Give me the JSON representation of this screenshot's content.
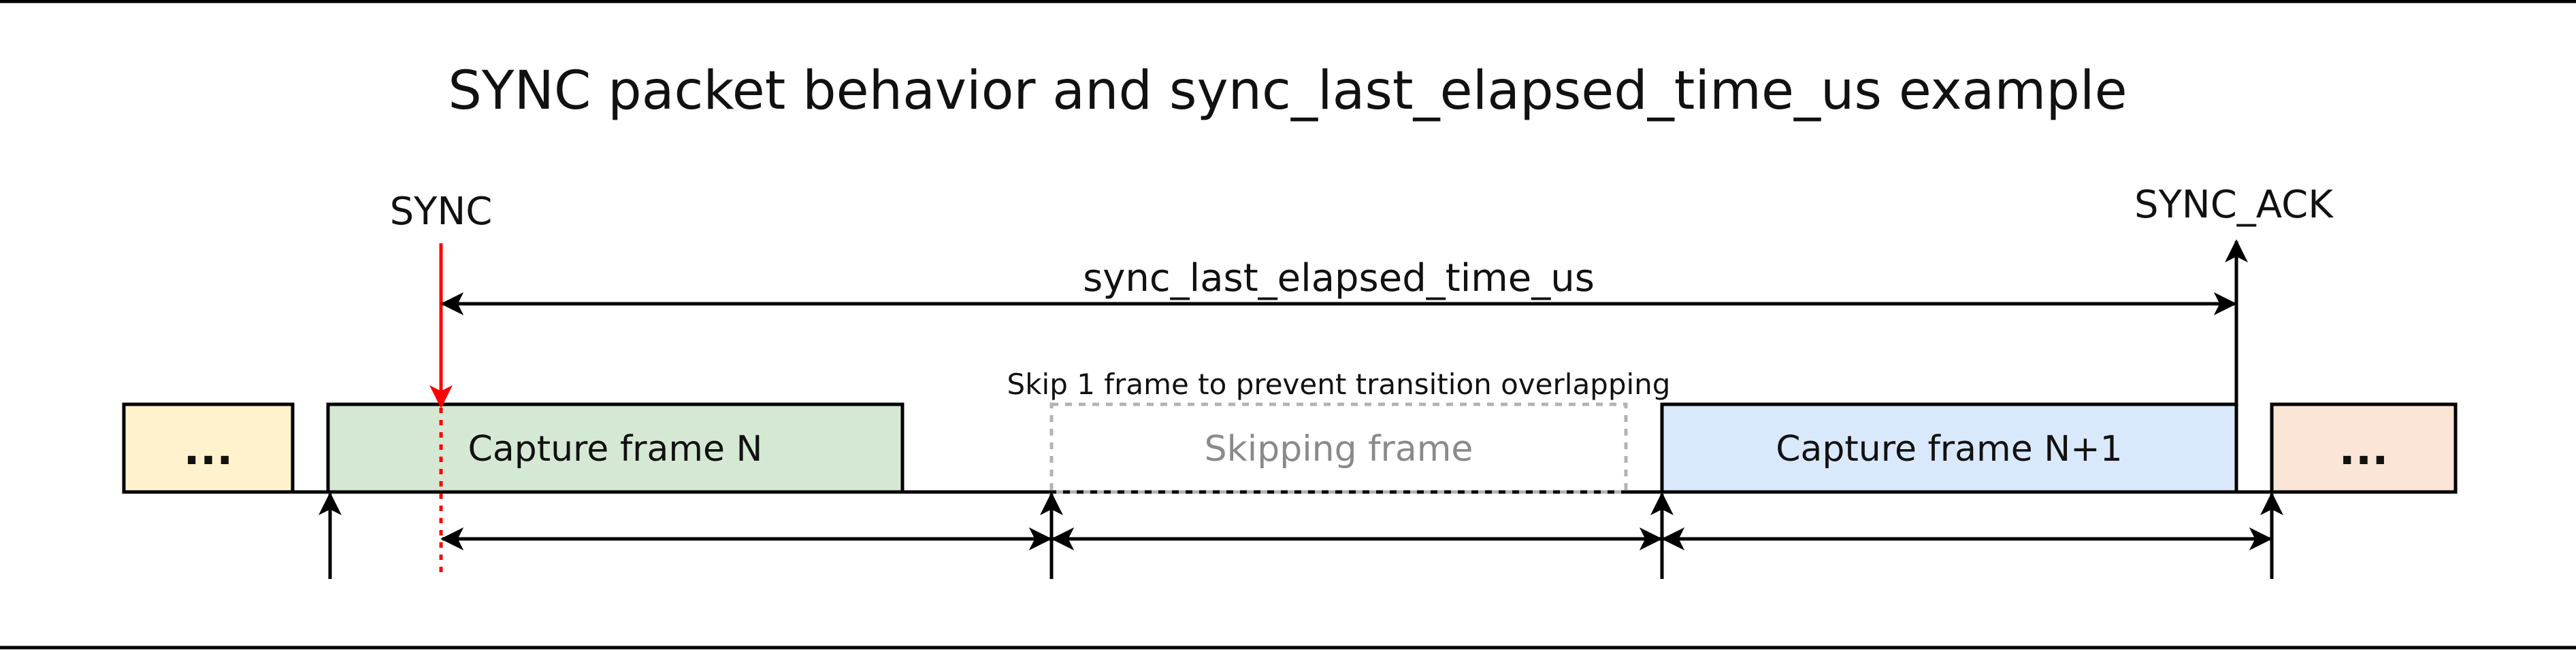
{
  "title": "SYNC packet behavior and sync_last_elapsed_time_us example",
  "labels": {
    "sync": "SYNC",
    "sync_ack": "SYNC_ACK",
    "elapsed": "sync_last_elapsed_time_us",
    "skip_note": "Skip 1 frame to prevent transition overlapping"
  },
  "frames": {
    "prev": "...",
    "frame_n": "Capture frame N",
    "skipping": "Skipping frame",
    "frame_n1": "Capture frame N+1",
    "next": "..."
  },
  "colors": {
    "frame_prev": "#fff2cc",
    "frame_n": "#d5e8d4",
    "frame_n1": "#dae8fc",
    "frame_next": "#fbe5d6",
    "sync_arrow": "#ff0000",
    "skip_border": "#b3b3b3",
    "line": "#000000"
  }
}
